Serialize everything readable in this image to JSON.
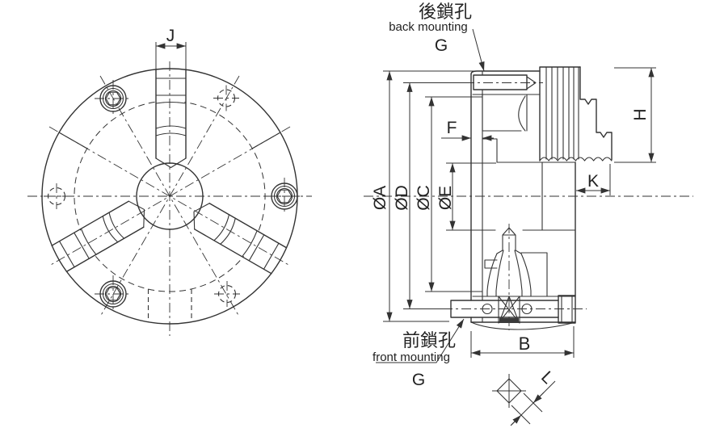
{
  "drawing": {
    "background_color": "#ffffff",
    "line_color": "#333333",
    "annotations": {
      "back_mounting_cn": "後鎖孔",
      "back_mounting_en": "back mounting",
      "back_mounting_dim": "G",
      "front_mounting_cn": "前鎖孔",
      "front_mounting_en": "front mounting",
      "front_mounting_dim": "G"
    },
    "dimensions": {
      "jaw_width": "J",
      "flange_thickness": "F",
      "jaw_height": "H",
      "jaw_overhang": "K",
      "body_depth": "B",
      "key_size": "L",
      "outer_diameter": "ØA",
      "mount_circle_diameter": "ØD",
      "pitch_circle_diameter": "ØC",
      "bore_diameter": "ØE"
    }
  }
}
